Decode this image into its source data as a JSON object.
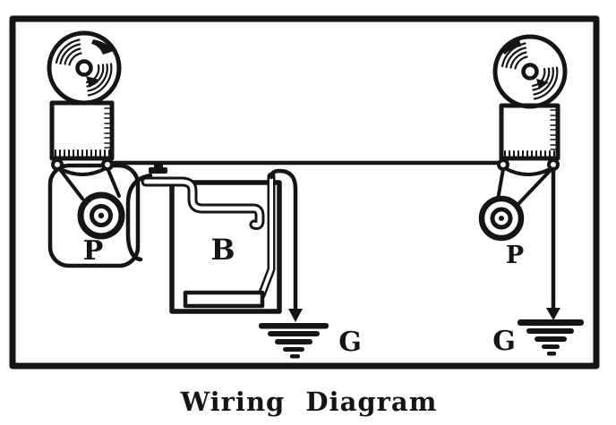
{
  "figure": {
    "caption": "Wiring Diagram",
    "labels": {
      "left_push_button": "P",
      "right_push_button": "P",
      "battery": "B",
      "left_ground": "G",
      "right_ground": "G"
    },
    "components": {
      "left_station": "electric bell with gong, magnet box and push button",
      "right_station": "electric bell with gong, magnet box and push button",
      "battery": "open-jar battery cell with bent zinc strap, carbon plate and bottom plate",
      "line_wire": "single line wire joining both stations",
      "grounds": "two earth-ground symbols with down arrows"
    },
    "colors": {
      "ink": "#151515",
      "paper": "#ffffff"
    }
  }
}
